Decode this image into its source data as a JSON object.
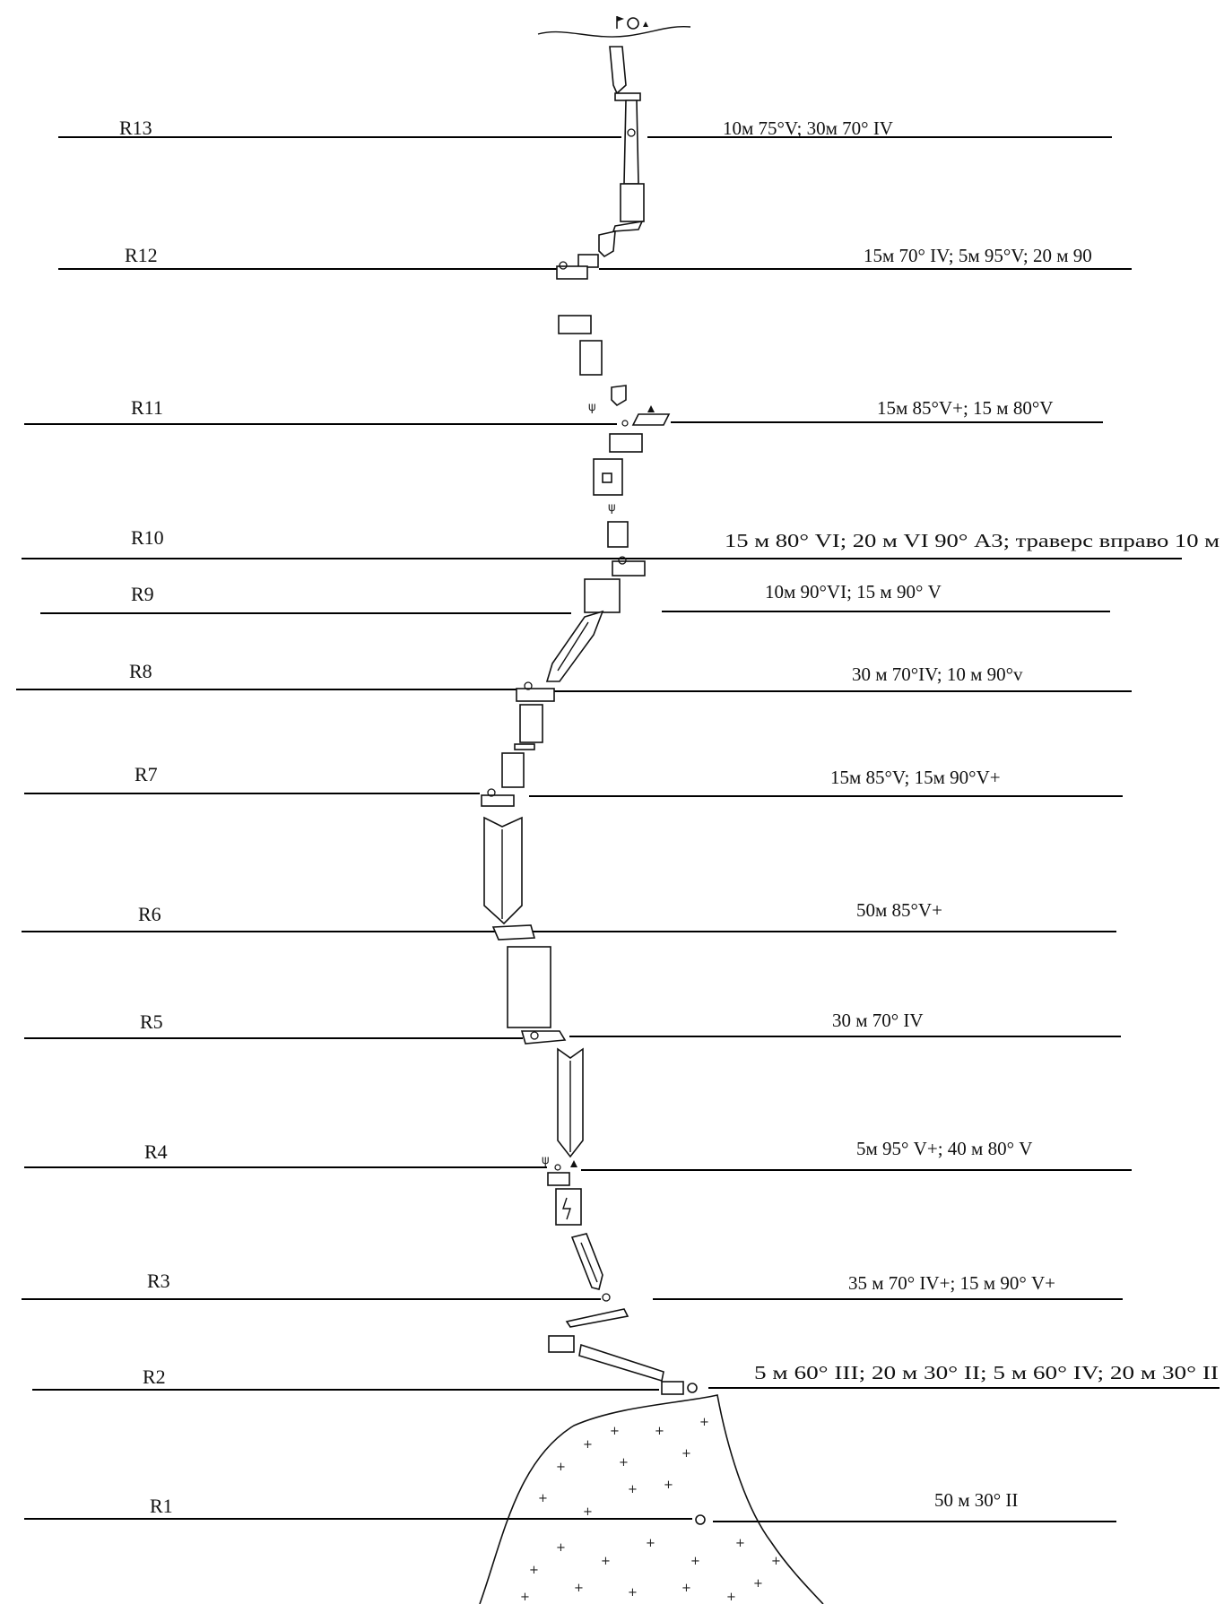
{
  "sections": [
    {
      "label": "R13",
      "desc": "10м 75°V; 30м 70° IV"
    },
    {
      "label": "R12",
      "desc": "15м 70° IV; 5м 95°V; 20 м 90"
    },
    {
      "label": "R11",
      "desc": "15м 85°V+; 15 м 80°V"
    },
    {
      "label": "R10",
      "desc": "15 м 80° VI; 20 м VI 90° А3; траверс вправо 10 м"
    },
    {
      "label": "R9",
      "desc": "10м 90°VI; 15 м 90° V"
    },
    {
      "label": "R8",
      "desc": "30 м 70°IV; 10 м 90°v"
    },
    {
      "label": "R7",
      "desc": "15м 85°V; 15м 90°V+"
    },
    {
      "label": "R6",
      "desc": "50м 85°V+"
    },
    {
      "label": "R5",
      "desc": "30 м 70° IV"
    },
    {
      "label": "R4",
      "desc": "5м 95° V+; 40 м 80° V"
    },
    {
      "label": "R3",
      "desc": "35 м 70° IV+; 15 м  90° V+"
    },
    {
      "label": "R2",
      "desc": "5 м 60° III; 20 м 30° II; 5 м 60° IV; 20 м 30° II"
    },
    {
      "label": "R1",
      "desc": "50 м 30° II"
    }
  ],
  "icons": {
    "summit_flag": "flag-icon",
    "anchor": "anchor-ring-icon",
    "triangle": "triangle-marker-icon",
    "piton": "piton-icon"
  },
  "colors": {
    "ink": "#111111",
    "background": "#ffffff"
  }
}
